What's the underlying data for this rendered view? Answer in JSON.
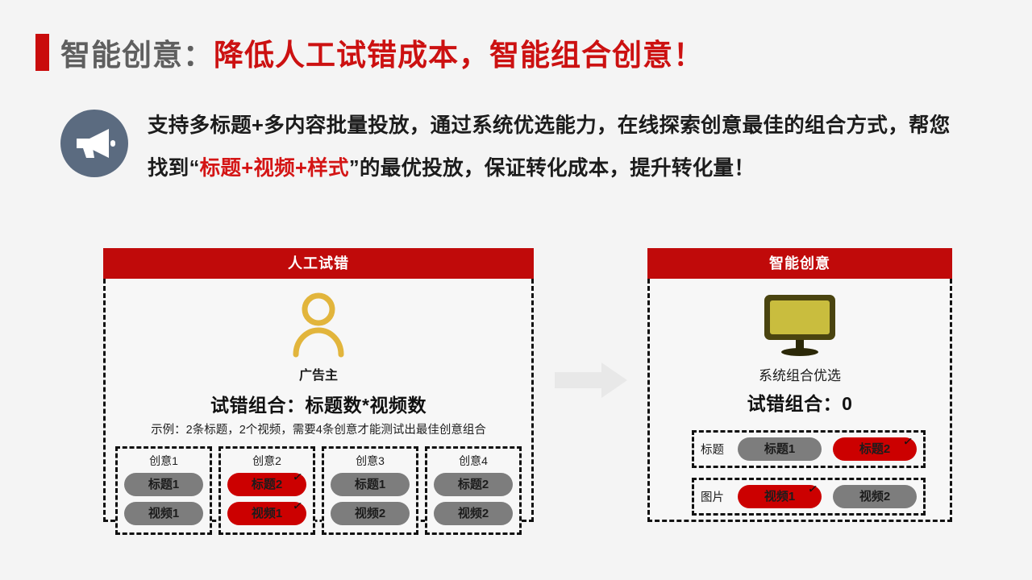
{
  "title": {
    "accent_color": "#C90C0C",
    "dark_part": "智能创意：",
    "red_part": "降低人工试错成本，智能组合创意！"
  },
  "intro": {
    "icon": "megaphone-icon",
    "badge_color": "#5b6b80",
    "line1_before": "支持多标题+多内容批量投放，通过系统优选能力，在线探索创意最佳的组合方",
    "line2_before": "式，帮您找到“",
    "line2_highlight": "标题+视频+样式",
    "line2_after": "”的最优投放，保证转化成本，提升转化量！",
    "highlight_color": "#D41515"
  },
  "left_panel": {
    "header": "人工试错",
    "header_color": "#C00A0A",
    "icon": "person-icon",
    "icon_color": "#E2B53C",
    "icon_label": "广告主",
    "formula": "试错组合：标题数*视频数",
    "example": "示例：2条标题，2个视频，需要4条创意才能测试出最佳创意组合",
    "creatives": [
      {
        "label": "创意1",
        "pills": [
          {
            "text": "标题1",
            "state": "gray",
            "checked": false
          },
          {
            "text": "视频1",
            "state": "gray",
            "checked": false
          }
        ]
      },
      {
        "label": "创意2",
        "pills": [
          {
            "text": "标题2",
            "state": "red",
            "checked": true
          },
          {
            "text": "视频1",
            "state": "red",
            "checked": true
          }
        ]
      },
      {
        "label": "创意3",
        "pills": [
          {
            "text": "标题1",
            "state": "gray",
            "checked": false
          },
          {
            "text": "视频2",
            "state": "gray",
            "checked": false
          }
        ]
      },
      {
        "label": "创意4",
        "pills": [
          {
            "text": "标题2",
            "state": "gray",
            "checked": false
          },
          {
            "text": "视频2",
            "state": "gray",
            "checked": false
          }
        ]
      }
    ]
  },
  "arrow": {
    "icon": "right-arrow-icon",
    "color": "#e8e8e8"
  },
  "right_panel": {
    "header": "智能创意",
    "header_color": "#C00A0A",
    "icon": "monitor-icon",
    "icon_color": "#BFB32E",
    "icon_label": "系统组合优选",
    "formula": "试错组合：0",
    "rows": [
      {
        "label": "标题",
        "pills": [
          {
            "text": "标题1",
            "state": "gray",
            "checked": false
          },
          {
            "text": "标题2",
            "state": "red",
            "checked": true
          }
        ]
      },
      {
        "label": "图片",
        "pills": [
          {
            "text": "视频1",
            "state": "red",
            "checked": true
          },
          {
            "text": "视频2",
            "state": "gray",
            "checked": false
          }
        ]
      }
    ]
  },
  "colors": {
    "background": "#f4f4f4",
    "brand_red": "#CC0000",
    "pill_gray": "#7d7d7d",
    "dash_border": "#111111"
  },
  "check_glyph": "✓"
}
